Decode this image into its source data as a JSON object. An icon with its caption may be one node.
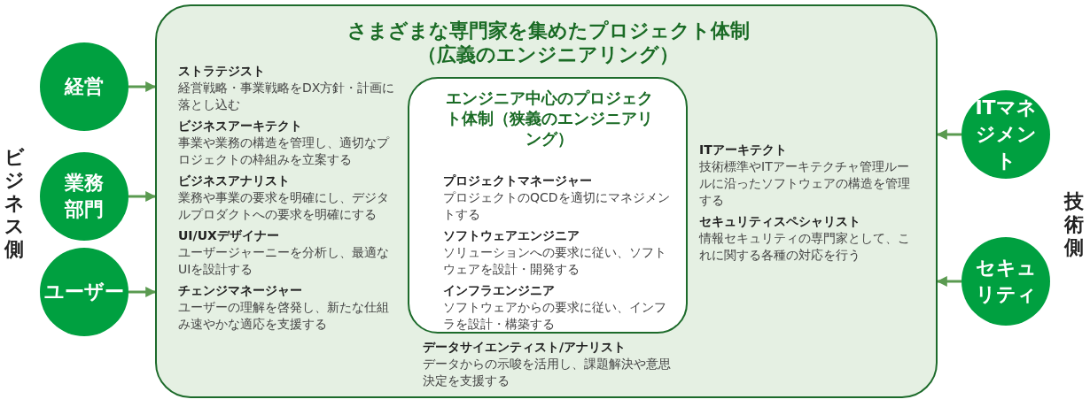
{
  "diagram": {
    "nodes": [
      {
        "text": [
          "さまざまな専門家を集めたプロジェクト体制（広義のエンジニアリング）",
          "ストラテジスト",
          "経営戦略・事業戦略をDX方針・計画に落とし込む",
          "ビジネスアーキテクト",
          "事業や業務の構造を管理し、適切なプロジェクトの枠組みを立案する",
          "ビジネスアナリスト",
          "業務や事業の要求を明確にし、デジタルプロダクトへの要求を明確にする",
          "UI/UXデザイナー",
          "ユーザージャーニーを分析し、最適なUIを設計する",
          "チェンジマネージャー",
          "ユーザーの理解を啓発し、新たな仕組み速やかな適応を支援する",
          "データサイエンティスト/アナリスト",
          "データからの示唆を活用し、課題解決や意思決定を支援する",
          "ITアーキテクト",
          "技術標準やITアーキテクチャ管理ルールに沿ったソフトウェアの構造を管理する",
          "セキュリティスペシャリスト",
          "情報セキュリティの専門家として、これに関する各種の対応を行う"
        ]
      },
      {
        "text": [
          "エンジニア中心のプロジェクト体制（狭義のエンジニアリング）",
          "プロジェクトマネージャー",
          "プロジェクトのQCDを適切にマネジメントする",
          "ソフトウェアエンジニア",
          "ソリューションへの要求に従い、ソフトウェアを設計・開発する",
          "インフラエンジニア",
          "ソフトウェアからの要求に従い、インフラを設計・構築する"
        ],
        "in": 0
      },
      {
        "text": [
          "経営"
        ]
      },
      {
        "text": [
          "業務部門"
        ]
      },
      {
        "text": [
          "ユーザー"
        ]
      },
      {
        "text": [
          "ITマネジメント"
        ]
      },
      {
        "text": [
          "セキュリティ"
        ]
      }
    ],
    "edges": [
      {
        "from": 2,
        "to": 0,
        "arrow": "to"
      },
      {
        "from": 3,
        "to": 0,
        "arrow": "to"
      },
      {
        "from": 4,
        "to": 0,
        "arrow": "to"
      },
      {
        "from": 5,
        "to": 0,
        "arrow": "to"
      },
      {
        "from": 6,
        "to": 0,
        "arrow": "to"
      }
    ],
    "labels": [
      "ビジネス側",
      "技術側"
    ]
  }
}
